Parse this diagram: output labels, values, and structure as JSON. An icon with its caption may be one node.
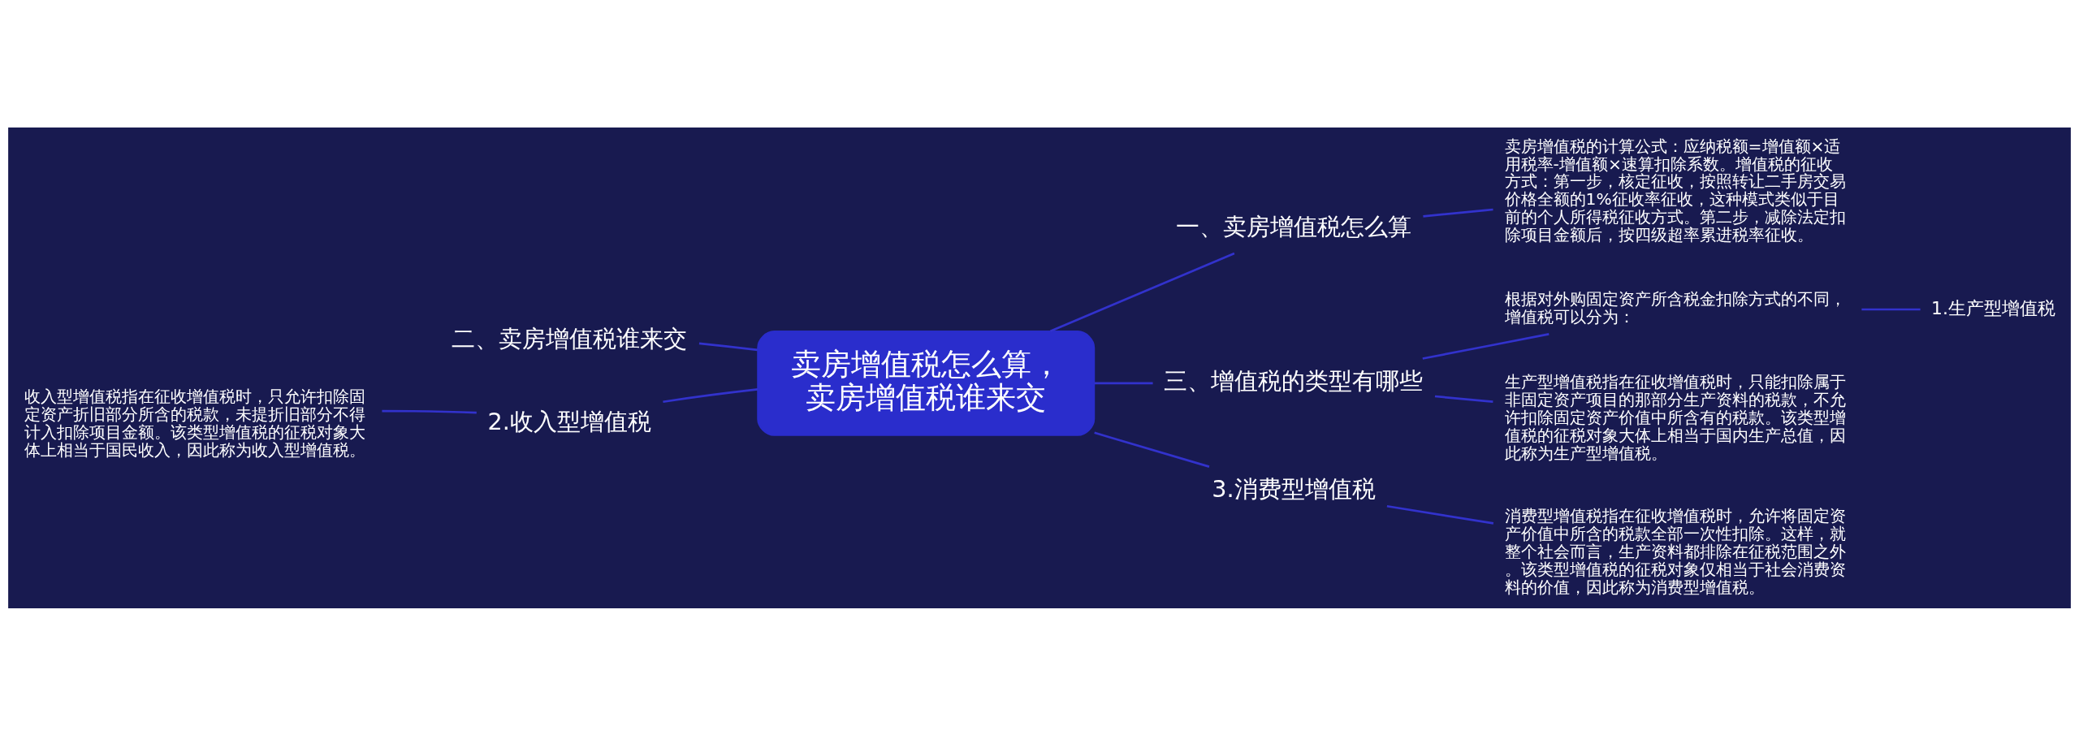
{
  "diagram": {
    "nodes": [
      {
        "text": [
          "卖房增值税怎么算，卖房增值税谁来交"
        ]
      },
      {
        "text": [
          "一、卖房增值税怎么算"
        ]
      },
      {
        "text": [
          "卖房增值税的计算公式：应纳税额=增值额×适用税率-增值额×速算扣除系数。增值税的征收方式：第一步，核定征收，按照转让二手房交易价格全额的1%征收率征收，这种模式类似于目前的个人所得税征收方式。第二步，减除法定扣除项目金额后，按四级超率累进税率征收。"
        ]
      },
      {
        "text": [
          "二、卖房增值税谁来交"
        ]
      },
      {
        "text": [
          "2.收入型增值税"
        ]
      },
      {
        "text": [
          "收入型增值税指在征收增值税时，只允许扣除固定资产折旧部分所含的税款，未提折旧部分不得计入扣除项目金额。该类型增值税的征税对象大体上相当于国民收入，因此称为收入型增值税。"
        ]
      },
      {
        "text": [
          "三、增值税的类型有哪些"
        ]
      },
      {
        "text": [
          "根据对外购固定资产所含税金扣除方式的不同，增值税可以分为："
        ]
      },
      {
        "text": [
          "1.生产型增值税"
        ]
      },
      {
        "text": [
          "生产型增值税指在征收增值税时，只能扣除属于非固定资产项目的那部分生产资料的税款，不允许扣除固定资产价值中所含有的税款。该类型增值税的征税对象大体上相当于国内生产总值，因此称为生产型增值税。"
        ]
      },
      {
        "text": [
          "3.消费型增值税"
        ]
      },
      {
        "text": [
          "消费型增值税指在征收增值税时，允许将固定资产价值中所含的税款全部一次性扣除。这样，就整个社会而言，生产资料都排除在征税范围之外。该类型增值税的征税对象仅相当于社会消费资料的价值，因此称为消费型增值税。"
        ]
      }
    ],
    "edges": [
      {
        "from": 0,
        "to": 1,
        "arrow": "none"
      },
      {
        "from": 1,
        "to": 2,
        "arrow": "none"
      },
      {
        "from": 0,
        "to": 3,
        "arrow": "none"
      },
      {
        "from": 0,
        "to": 4,
        "arrow": "none"
      },
      {
        "from": 4,
        "to": 5,
        "arrow": "none"
      },
      {
        "from": 0,
        "to": 6,
        "arrow": "none"
      },
      {
        "from": 6,
        "to": 7,
        "arrow": "none"
      },
      {
        "from": 7,
        "to": 8,
        "arrow": "none"
      },
      {
        "from": 6,
        "to": 9,
        "arrow": "none"
      },
      {
        "from": 0,
        "to": 10,
        "arrow": "none"
      },
      {
        "from": 10,
        "to": 11,
        "arrow": "none"
      }
    ]
  }
}
